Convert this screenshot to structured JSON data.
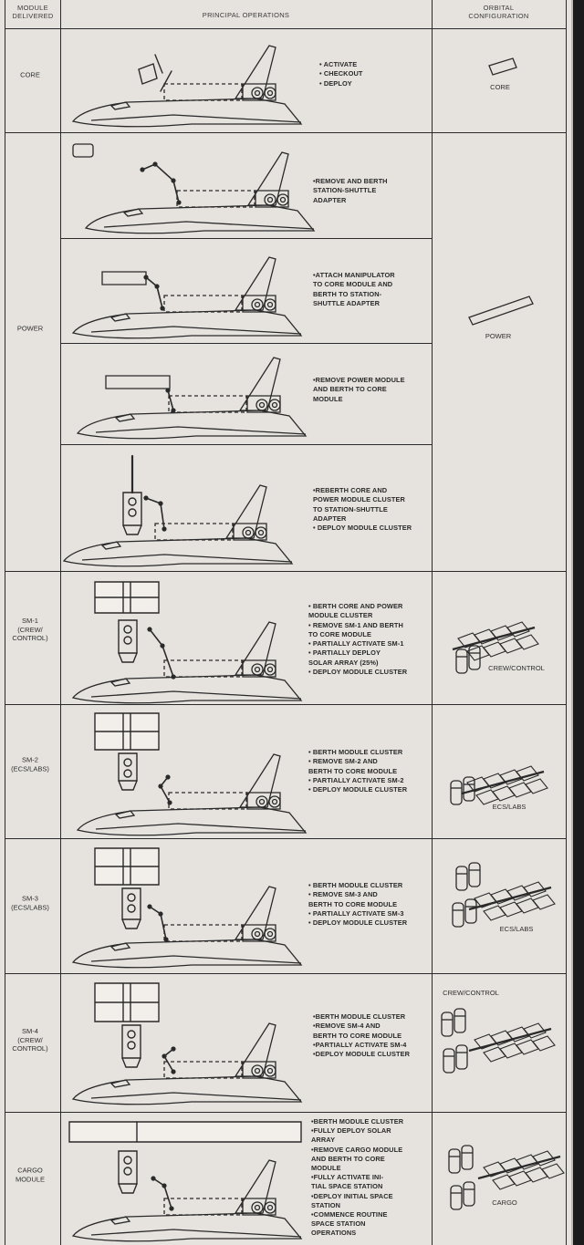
{
  "headers": {
    "module": "MODULE\nDELIVERED",
    "operations": "PRINCIPAL OPERATIONS",
    "configuration": "ORBITAL\nCONFIGURATION"
  },
  "modules": {
    "core": "CORE",
    "power": "POWER",
    "sm1": "SM-1\n(CREW/\nCONTROL)",
    "sm2": "SM-2\n(ECS/LABS)",
    "sm3": "SM-3\n(ECS/LABS)",
    "sm4": "SM-4\n(CREW/\nCONTROL)",
    "cargo": "CARGO\nMODULE"
  },
  "operations": {
    "core": "• ACTIVATE\n• CHECKOUT\n• DEPLOY",
    "power1": "•REMOVE AND BERTH\nSTATION-SHUTTLE\nADAPTER",
    "power2": "•ATTACH MANIPULATOR\nTO CORE MODULE AND\nBERTH TO STATION-\nSHUTTLE ADAPTER",
    "power3": "•REMOVE POWER MODULE\nAND BERTH TO CORE\nMODULE",
    "power4": "•REBERTH CORE AND\nPOWER MODULE CLUSTER\nTO STATION-SHUTTLE\nADAPTER\n• DEPLOY MODULE CLUSTER",
    "sm1": "• BERTH CORE AND POWER\n  MODULE CLUSTER\n• REMOVE SM-1 AND BERTH\n  TO CORE MODULE\n• PARTIALLY ACTIVATE SM-1\n• PARTIALLY DEPLOY\n  SOLAR ARRAY (25%)\n• DEPLOY MODULE CLUSTER",
    "sm2": "• BERTH MODULE CLUSTER\n• REMOVE SM-2 AND\n  BERTH TO CORE MODULE\n• PARTIALLY ACTIVATE SM-2\n• DEPLOY MODULE CLUSTER",
    "sm3": "• BERTH MODULE CLUSTER\n• REMOVE SM-3 AND\n  BERTH TO CORE MODULE\n• PARTIALLY ACTIVATE SM-3\n• DEPLOY MODULE CLUSTER",
    "sm4": "•BERTH MODULE CLUSTER\n•REMOVE SM-4 AND\n  BERTH TO CORE MODULE\n•PARTIALLY ACTIVATE SM-4\n•DEPLOY MODULE CLUSTER",
    "cargo": "•BERTH MODULE CLUSTER\n•FULLY DEPLOY SOLAR\n  ARRAY\n•REMOVE CARGO MODULE\n  AND BERTH TO CORE\n  MODULE\n•FULLY ACTIVATE INI-\n  TIAL SPACE STATION\n•DEPLOY INITIAL SPACE\n  STATION\n•COMMENCE ROUTINE\n  SPACE STATION\n  OPERATIONS"
  },
  "configurations": {
    "core": "CORE",
    "power": "POWER",
    "sm1": "CREW/CONTROL",
    "sm2": "ECS/LABS",
    "sm3": "ECS/LABS",
    "sm4": "CREW/CONTROL",
    "cargo": "CARGO"
  },
  "colors": {
    "paper": "#e6e3df",
    "ink": "#2a2a2a",
    "background": "#1c1b1c"
  }
}
